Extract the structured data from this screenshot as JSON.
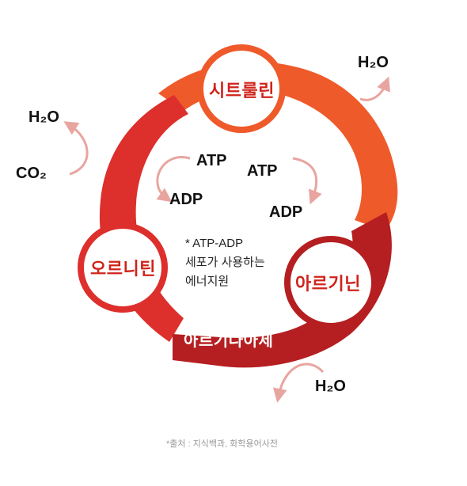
{
  "nodes": {
    "citrulline": "시트룰린",
    "ornithine": "오르니틴",
    "arginine": "아르기닌"
  },
  "segments": {
    "argininosuccinate": "아르기나아제"
  },
  "molecules": {
    "h2o_top_right": "H₂O",
    "h2o_left": "H₂O",
    "co2_left": "CO₂",
    "h2o_bottom": "H₂O"
  },
  "energy": {
    "atp_left": "ATP",
    "adp_left": "ADP",
    "atp_right": "ATP",
    "adp_right": "ADP"
  },
  "note": {
    "line1": "* ATP-ADP",
    "line2": "세포가 사용하는",
    "line3": "에너지원"
  },
  "footnote": "*출처 : 지식백과, 화학용어사전",
  "colors": {
    "orange": "#ef5a2a",
    "red": "#dd2f2c",
    "dark_red": "#b51f21",
    "pink_arrow": "#e8a5a0"
  }
}
